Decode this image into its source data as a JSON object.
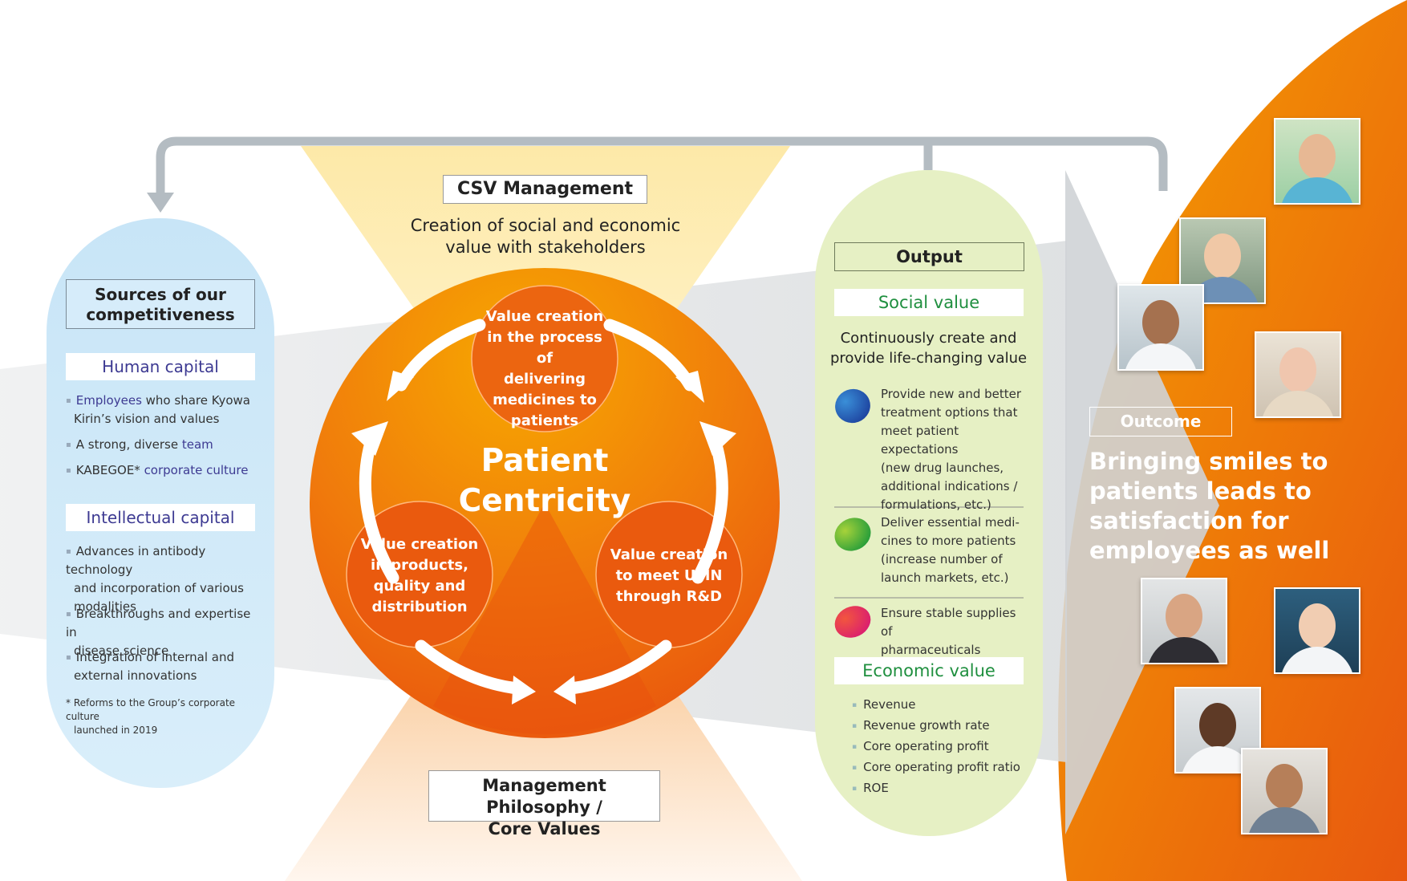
{
  "colors": {
    "orange_dark": "#e8500e",
    "orange": "#f39200",
    "light_blue": "#cfe8f7",
    "light_green": "#e6f0c4",
    "green_text": "#1f8f3f",
    "indigo_text": "#3d3a92",
    "gray_arrow": "#b4bcc2"
  },
  "csv": {
    "title": "CSV Management",
    "subtitle_line1": "Creation of social and economic",
    "subtitle_line2": "value with stakeholders"
  },
  "philosophy": {
    "line1": "Management Philosophy /",
    "line2": "Core Values"
  },
  "center": {
    "line1": "Patient",
    "line2": "Centricity",
    "top_circle": [
      "Value creation",
      "in the process of",
      "delivering",
      "medicines to",
      "patients"
    ],
    "left_circle": [
      "Value creation",
      "in products,",
      "quality and",
      "distribution"
    ],
    "right_circle": [
      "Value creation",
      "to meet UMN",
      "through R&D"
    ]
  },
  "sources": {
    "title_line1": "Sources of our",
    "title_line2": "competitiveness",
    "human_capital": {
      "title": "Human capital",
      "item1_kw": "Employees",
      "item1_rest_a": " who share Kyowa",
      "item1_rest_b": "Kirin’s vision and values",
      "item2_pre": "A strong, diverse ",
      "item2_kw": "team",
      "item3_pre": "KABEGOE* ",
      "item3_kw": "corporate culture"
    },
    "intellectual_capital": {
      "title": "Intellectual capital",
      "items": [
        [
          "Advances in antibody technology",
          "and incorporation of various",
          "modalities"
        ],
        [
          "Breakthroughs and expertise in",
          "disease science"
        ],
        [
          "Integration of internal and",
          "external innovations"
        ]
      ]
    },
    "footnote_line1": "Reforms to the Group’s corporate culture",
    "footnote_line2": "launched in 2019",
    "footnote_mark": "*"
  },
  "output": {
    "title": "Output",
    "social_value": {
      "title": "Social value",
      "lead_line1": "Continuously create and",
      "lead_line2": "provide life-changing value",
      "items": [
        [
          "Provide new and better",
          "treatment options that",
          "meet patient expectations",
          "(new drug launches,",
          "additional indications /",
          "formulations, etc.)"
        ],
        [
          "Deliver essential medi-",
          "cines to more patients",
          "(increase number of",
          "launch markets, etc.)"
        ],
        [
          "Ensure stable supplies of",
          "pharmaceuticals"
        ]
      ]
    },
    "economic_value": {
      "title": "Economic value",
      "items": [
        "Revenue",
        "Revenue growth rate",
        "Core operating profit",
        "Core operating profit ratio",
        "ROE"
      ]
    }
  },
  "outcome": {
    "title": "Outcome",
    "lines": [
      "Bringing smiles to",
      "patients leads to",
      "satisfaction for",
      "employees as well"
    ]
  }
}
